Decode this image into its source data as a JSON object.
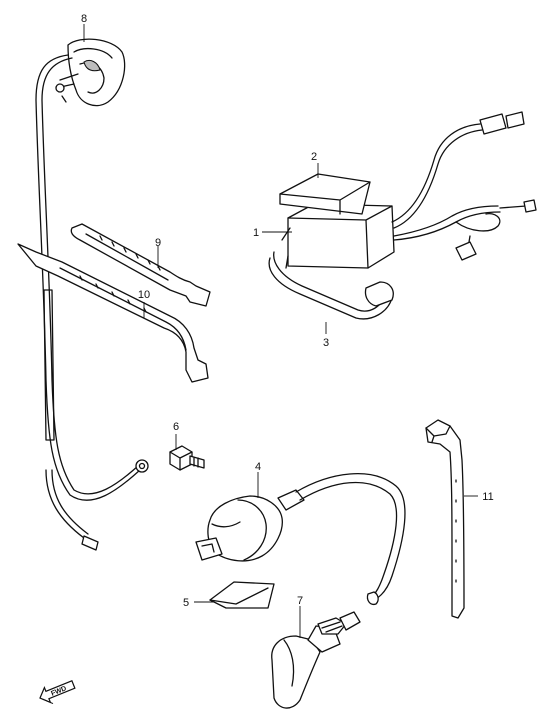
{
  "diagram": {
    "callouts": [
      "1",
      "2",
      "3",
      "4",
      "5",
      "6",
      "7",
      "8",
      "9",
      "10",
      "11"
    ],
    "fwd_label": "FWD"
  }
}
